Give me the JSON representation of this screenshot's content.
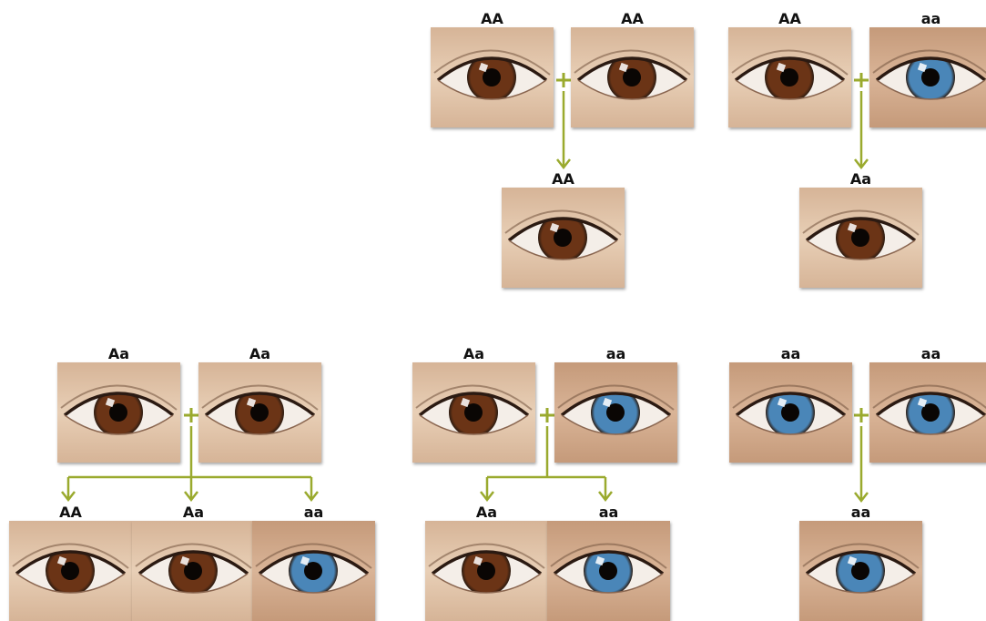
{
  "colors": {
    "brown_iris": "#6b3416",
    "blue_iris": "#4a86b8",
    "connector": "#9aaa2e",
    "skin_light": "#e8cfb6",
    "skin_dark": "#c59a7a"
  },
  "crosses": [
    {
      "parents": [
        {
          "genotype": "AA",
          "eye": "brown"
        },
        {
          "genotype": "AA",
          "eye": "brown"
        }
      ],
      "offspring": [
        {
          "genotype": "AA",
          "eye": "brown"
        }
      ]
    },
    {
      "parents": [
        {
          "genotype": "AA",
          "eye": "brown"
        },
        {
          "genotype": "aa",
          "eye": "blue"
        }
      ],
      "offspring": [
        {
          "genotype": "Aa",
          "eye": "brown"
        }
      ]
    },
    {
      "parents": [
        {
          "genotype": "Aa",
          "eye": "brown"
        },
        {
          "genotype": "Aa",
          "eye": "brown"
        }
      ],
      "offspring": [
        {
          "genotype": "AA",
          "eye": "brown"
        },
        {
          "genotype": "Aa",
          "eye": "brown"
        },
        {
          "genotype": "aa",
          "eye": "blue"
        }
      ]
    },
    {
      "parents": [
        {
          "genotype": "Aa",
          "eye": "brown"
        },
        {
          "genotype": "aa",
          "eye": "blue"
        }
      ],
      "offspring": [
        {
          "genotype": "Aa",
          "eye": "brown"
        },
        {
          "genotype": "aa",
          "eye": "blue"
        }
      ]
    },
    {
      "parents": [
        {
          "genotype": "aa",
          "eye": "blue"
        },
        {
          "genotype": "aa",
          "eye": "blue"
        }
      ],
      "offspring": [
        {
          "genotype": "aa",
          "eye": "blue"
        }
      ]
    }
  ]
}
